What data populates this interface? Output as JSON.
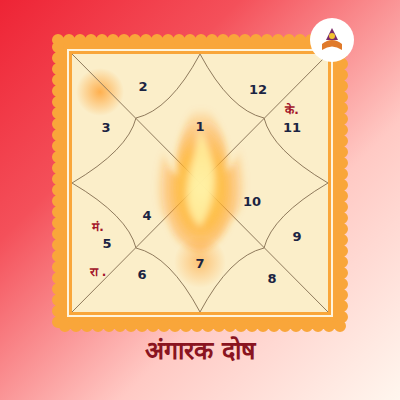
{
  "diagram": {
    "title": "अंगारक दोष",
    "labels": [
      "2",
      "12",
      "3",
      "1",
      "के.",
      "11",
      "4",
      "10",
      "9",
      "मं.",
      "5",
      "रा .",
      "6",
      "7",
      "8"
    ]
  }
}
